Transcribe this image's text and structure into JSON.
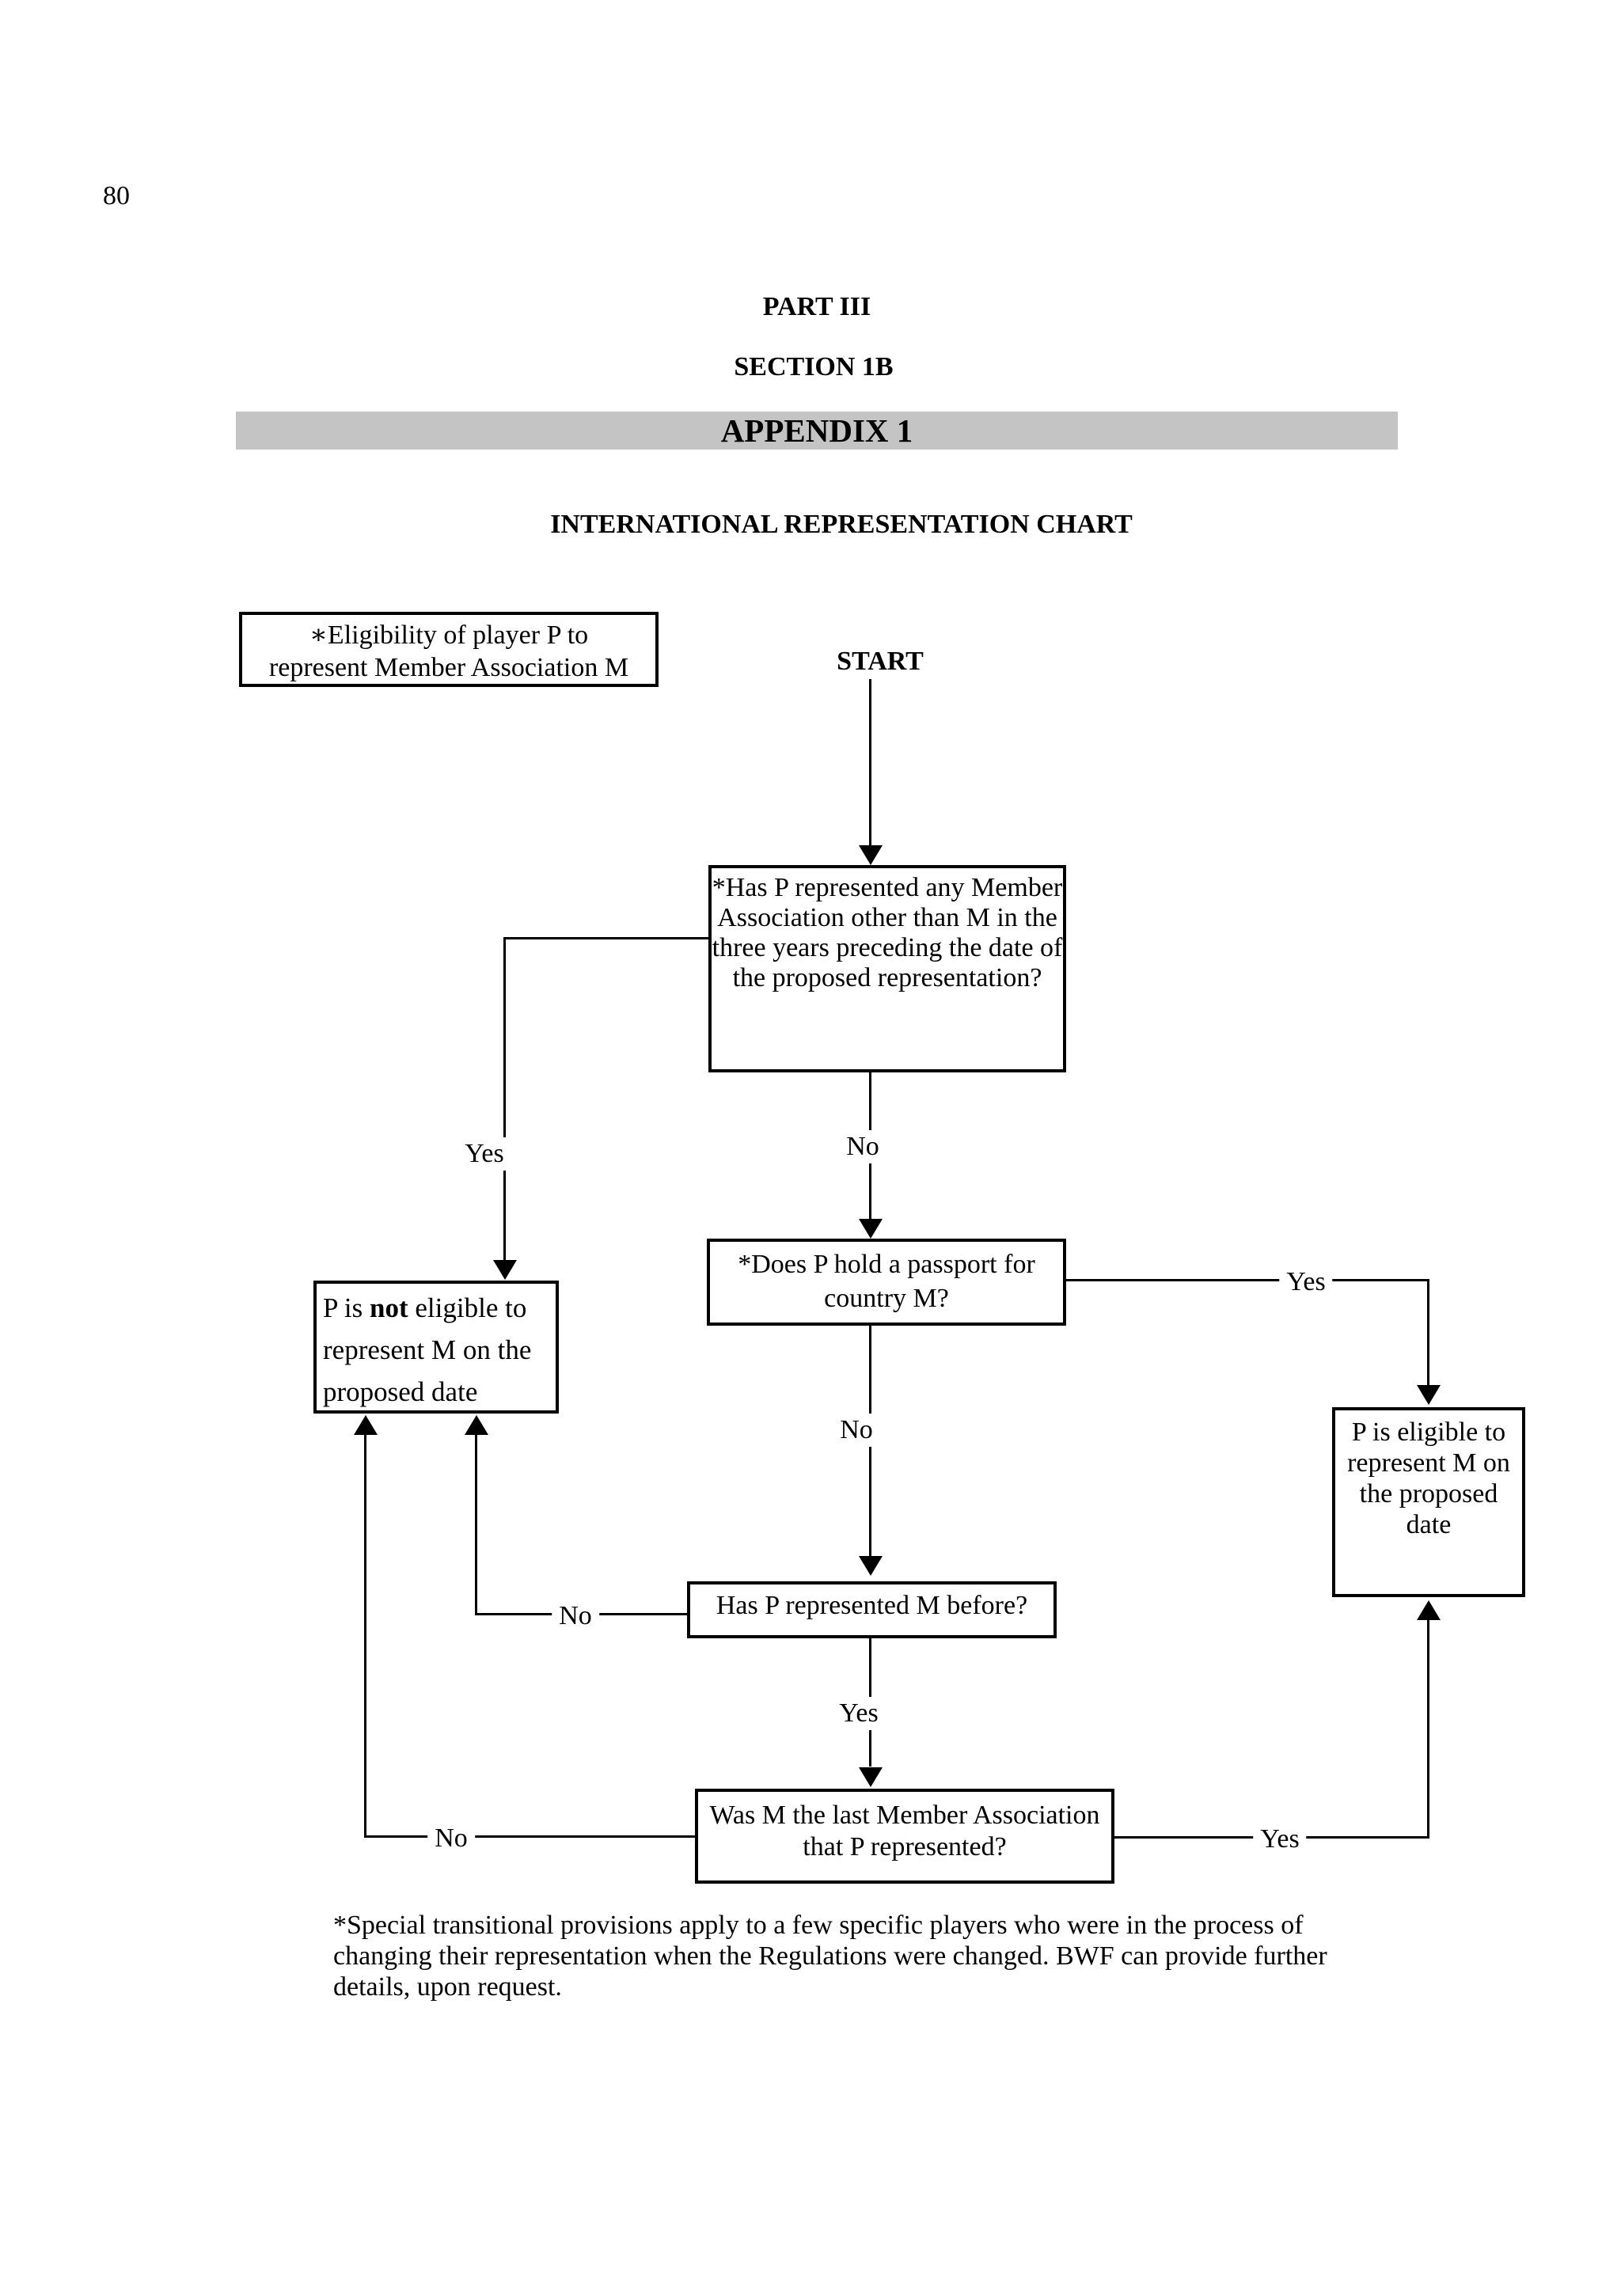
{
  "page": {
    "number": "80"
  },
  "header": {
    "part": "PART III",
    "section": "SECTION 1B",
    "appendix": "APPENDIX 1",
    "title": "INTERNATIONAL REPRESENTATION CHART"
  },
  "colors": {
    "appendix_bar_bg": "#c4c4c4",
    "ink": "#000000",
    "paper": "#ffffff"
  },
  "flowchart": {
    "note_box": {
      "lines": [
        "∗Eligibility of player P to",
        "represent Member Association M"
      ]
    },
    "start_label": "START",
    "q1_box": {
      "lines": [
        "*Has P represented any Member",
        "Association other than M in the",
        "three years preceding the date of",
        "the proposed representation?"
      ]
    },
    "q2_box": {
      "lines": [
        "*Does P hold a passport for",
        "country M?"
      ]
    },
    "q3_box": {
      "lines": [
        "Has P represented M before?"
      ]
    },
    "q4_box": {
      "lines": [
        "Was M the last Member Association",
        "that P represented?"
      ]
    },
    "not_eligible_box": {
      "line1_prefix": "P is ",
      "line1_bold": "not",
      "line1_suffix": " eligible to",
      "line2": "represent M on the",
      "line3": "proposed date"
    },
    "eligible_box": {
      "lines": [
        "P is eligible to",
        "represent M on",
        "the proposed",
        "date"
      ]
    },
    "labels": {
      "q1_yes": "Yes",
      "q1_no": "No",
      "q2_yes": "Yes",
      "q2_no": "No",
      "q3_no": "No",
      "q3_yes": "Yes",
      "q4_no": "No",
      "q4_yes": "Yes"
    }
  },
  "footnote": {
    "lines": [
      "*Special transitional provisions apply to a few specific players who were in the process of",
      "changing their representation when the Regulations were changed. BWF can provide further",
      "details, upon request."
    ]
  }
}
